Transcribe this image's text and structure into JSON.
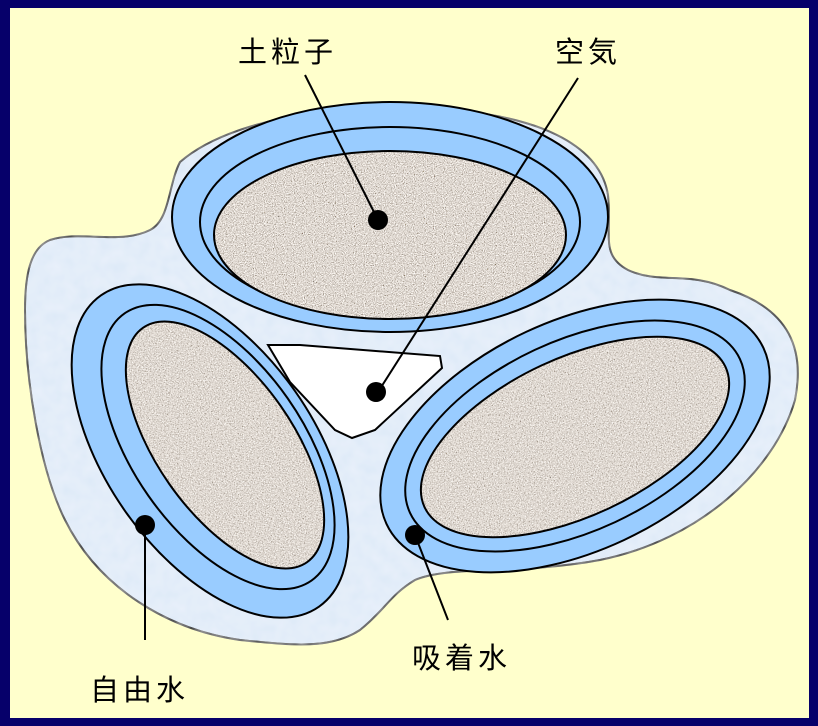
{
  "labels": {
    "soil_particle": "土粒子",
    "air": "空気",
    "free_water": "自由水",
    "adsorbed_water": "吸着水"
  },
  "colors": {
    "border": "#06006a",
    "background": "#ffffcc",
    "free_water": "#dde9f8",
    "adsorbed_water": "#99ccff",
    "soil": "#8a7a6c",
    "air": "#ffffff",
    "outline": "#000000"
  }
}
